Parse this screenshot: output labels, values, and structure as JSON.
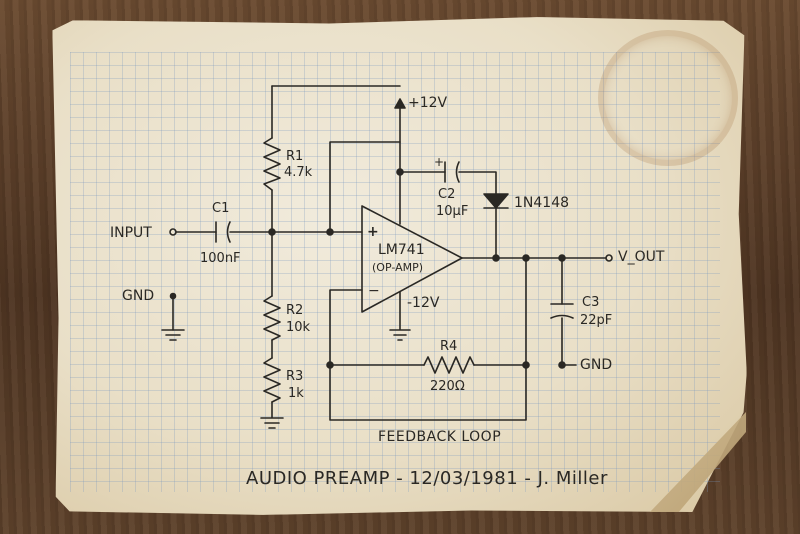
{
  "labels": {
    "input": "INPUT",
    "gnd_left": "GND",
    "vcc": "+12V",
    "vee": "-12V",
    "vout": "V_OUT",
    "gnd_right": "GND",
    "feedback": "FEEDBACK LOOP",
    "plus": "+",
    "minus": "−",
    "cap_polarity": "+"
  },
  "components": {
    "r1": {
      "ref": "R1",
      "value": "4.7k"
    },
    "r2": {
      "ref": "R2",
      "value": "10k"
    },
    "r3": {
      "ref": "R3",
      "value": "1k"
    },
    "r4": {
      "ref": "R4",
      "value": "220Ω"
    },
    "c1": {
      "ref": "C1",
      "value": "100nF"
    },
    "c2": {
      "ref": "C2",
      "value": "10µF"
    },
    "c3": {
      "ref": "C3",
      "value": "22pF"
    },
    "d1": {
      "ref": "1N4148"
    },
    "opamp": {
      "ref": "LM741",
      "type": "(OP-AMP)"
    }
  },
  "footer": {
    "caption": "AUDIO PREAMP - 12/03/1981 - J. Miller"
  },
  "colors": {
    "ink": "#2a2824",
    "paper": "#ece3cf",
    "grid": "#7896be"
  }
}
